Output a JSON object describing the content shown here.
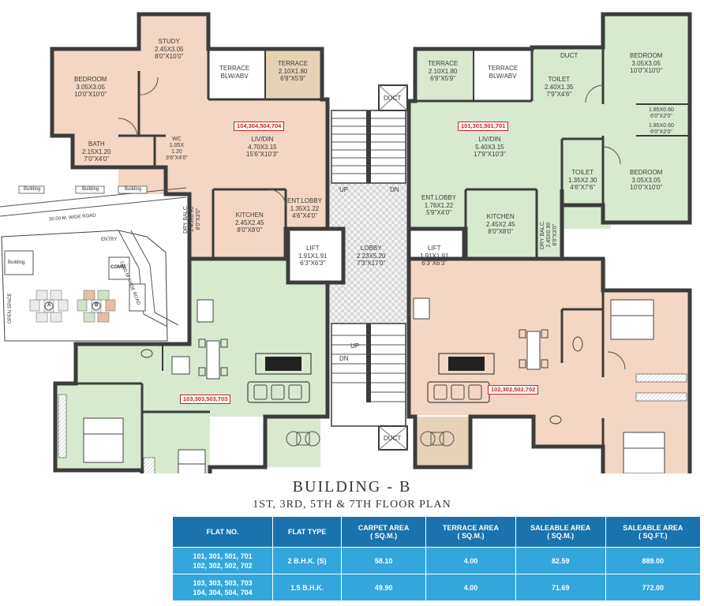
{
  "plan": {
    "title": "BUILDING - B",
    "subtitle": "1ST, 3RD, 5TH & 7TH FLOOR PLAN",
    "flat_tags": {
      "top_left": "104,304,504,704",
      "top_right": "101,301,501,701",
      "bottom_left": "103,303,503,703",
      "bottom_right": "102,302,502,702"
    },
    "rooms": {
      "study": [
        "STUDY",
        "2.45X3.05",
        "8'0\"X10'0\""
      ],
      "bedroom_l": [
        "BEDROOM",
        "3.05X3.05",
        "10'0\"X10'0\""
      ],
      "terrace_blw_l": [
        "TERRACE",
        "BLW/ABV"
      ],
      "terrace_l": [
        "TERRACE",
        "2.10X1.80",
        "6'9\"X5'9\""
      ],
      "bath_l": [
        "BATH",
        "2.15X1.20",
        "7'0\"X4'0\""
      ],
      "wc_l": [
        "WC",
        "1.05X",
        "1.20",
        "3'6\"X4'0\""
      ],
      "livdin_l": [
        "LIV/DIN",
        "4.70X3.15",
        "15'6\"X10'3\""
      ],
      "dry_balc_l": [
        "DRY BALC.",
        "2.45X0.90",
        "8'0\"X3'0\""
      ],
      "kitchen_l": [
        "KITCHEN",
        "2.45X2.45",
        "8'0\"X8'0\""
      ],
      "ent_lobby_l": [
        "ENT.LOBBY",
        "1.35X1.22",
        "4'6\"X4'0\""
      ],
      "lift_l": [
        "LIFT",
        "1.91X1.91",
        "6'3\"X6'3\""
      ],
      "lobby": [
        "LOBBY",
        "2.23X5.20",
        "7'3\"X17'0\""
      ],
      "lift_r": [
        "LIFT",
        "1.91X1.91",
        "6'3\"X6'3\""
      ],
      "terrace_r": [
        "TERRACE",
        "2.10X1.80",
        "6'9\"X5'9\""
      ],
      "terrace_blw_r": [
        "TERRACE",
        "BLW/ABV"
      ],
      "toilet_r1": [
        "TOILET",
        "2.40X1.35",
        "7'9\"X4'6\""
      ],
      "bedroom_r1": [
        "BEDROOM",
        "3.05X3.05",
        "10'0\"X10'0\""
      ],
      "livdin_r": [
        "LIV/DIN",
        "5.40X3.15",
        "17'9\"X10'3\""
      ],
      "passage_r1": [
        "1.85X0.60",
        "6'0\"X2'0\""
      ],
      "passage_r2": [
        "1.85X0.60",
        "6'0\"X2'0\""
      ],
      "toilet_r2": [
        "TOILET",
        "1.35X2.30",
        "4'6\"X7'6\""
      ],
      "bedroom_r2": [
        "BEDROOM",
        "3.05X3.05",
        "10'0\"X10'0\""
      ],
      "ent_lobby_r": [
        "ENT.LOBBY",
        "1.76X1.22",
        "5'9\"X4'0\""
      ],
      "kitchen_r": [
        "KITCHEN",
        "2.45X2.45",
        "8'0\"X8'0\""
      ],
      "dry_balc_r": [
        "DRY BALC.",
        "2.45X0.90",
        "8'0\"X3'0\""
      ]
    },
    "duct": "DUCT",
    "stairs": {
      "up": "UP",
      "dn": "DN"
    }
  },
  "key_map": {
    "building_labels": [
      "Building",
      "Building",
      "Building"
    ],
    "road_top": "30.00 M. WIDE ROAD",
    "road_side": "12.00 M. WIDE ROAD",
    "entry": "ENTRY",
    "building_small": "Building",
    "comm": "COMM",
    "open_space": "OPEN SPACE",
    "wing_a": "A",
    "wing_b": "B"
  },
  "table": {
    "headers": [
      "FLAT NO.",
      "FLAT TYPE",
      "CARPET AREA\n( SQ.M.)",
      "TERRACE AREA\n( SQ.M.)",
      "SALEABLE AREA\n( SQ.M.)",
      "SALEABLE AREA\n( SQ.FT.)"
    ],
    "rows": [
      {
        "flat_no": [
          "101, 301, 501, 701",
          "102, 302, 502, 702"
        ],
        "flat_type": "2 B.H.K. (S)",
        "carpet": "58.10",
        "terrace": "4.00",
        "saleable_sqm": "82.59",
        "saleable_sqft": "889.00"
      },
      {
        "flat_no": [
          "103, 303, 503, 703",
          "104, 304, 504, 704"
        ],
        "flat_type": "1.5 B.H.K.",
        "carpet": "49.90",
        "terrace": "4.00",
        "saleable_sqm": "71.69",
        "saleable_sqft": "772.00"
      }
    ]
  },
  "colors": {
    "peach": "#f3d6c3",
    "green": "#d7ead0",
    "terrace_green": "#d9e8cf",
    "terrace_tan": "#e6d3b6",
    "wall": "#3c3c3c",
    "table_header": "#1a73ad",
    "table_cell": "#33a6dc"
  }
}
